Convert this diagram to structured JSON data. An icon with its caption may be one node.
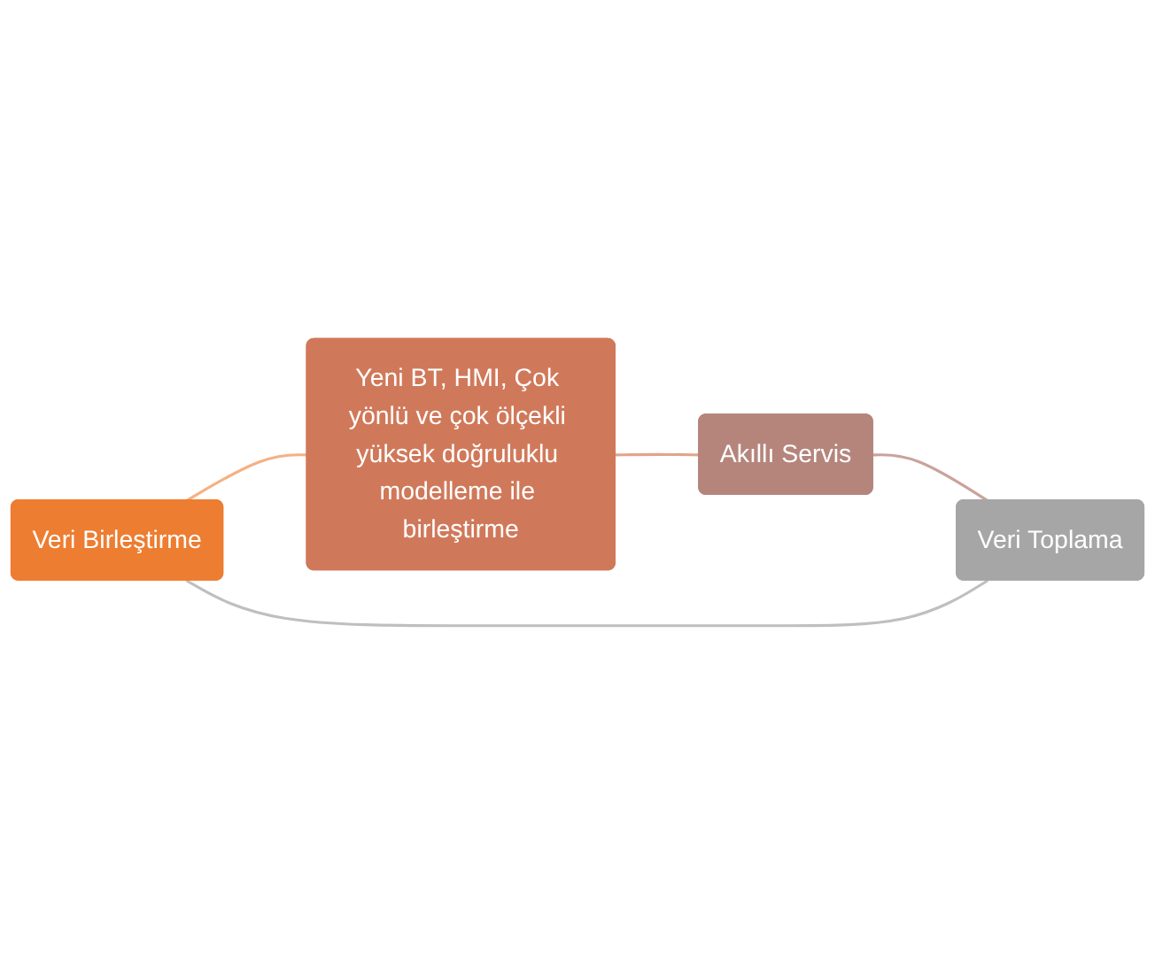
{
  "diagram": {
    "nodes": [
      {
        "text": [
          "Veri Birleştirme"
        ]
      },
      {
        "text": [
          "Yeni BT, HMI, Çok yönlü ve çok ölçekli yüksek doğruluklu modelleme ile birleştirme"
        ]
      },
      {
        "text": [
          "Akıllı Servis"
        ]
      },
      {
        "text": [
          "Veri Toplama"
        ]
      }
    ],
    "edges": [
      {
        "from": 0,
        "to": 1,
        "arrow": "none",
        "color": "#f4b183"
      },
      {
        "from": 1,
        "to": 2,
        "arrow": "none",
        "color": "#e0a58c"
      },
      {
        "from": 2,
        "to": 3,
        "arrow": "none",
        "color": "#c9a39b"
      },
      {
        "from": 3,
        "to": 0,
        "arrow": "none",
        "color": "#bfbfbf"
      }
    ]
  }
}
